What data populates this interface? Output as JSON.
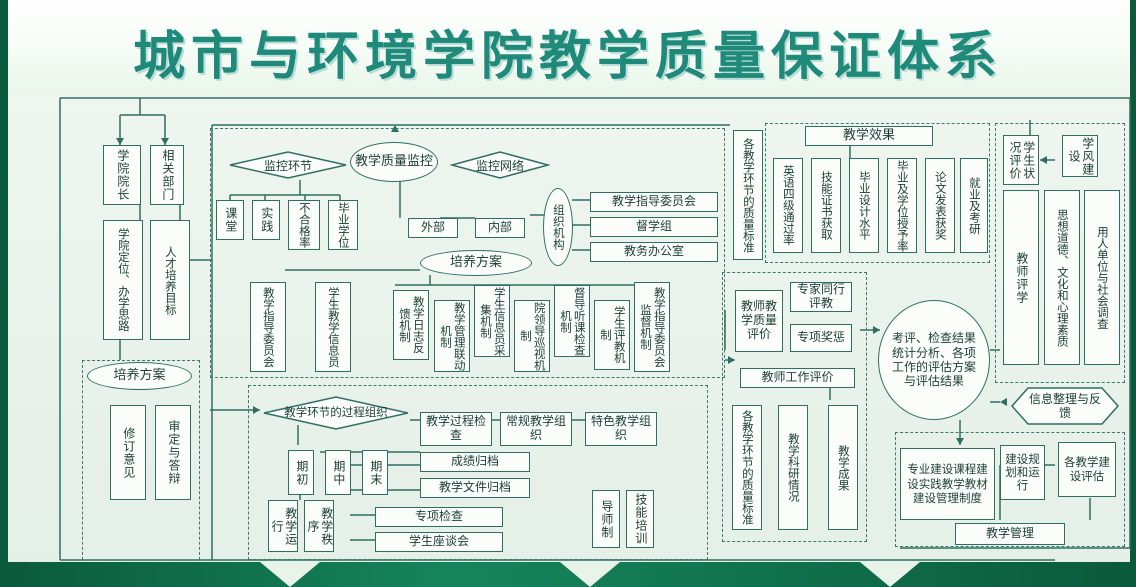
{
  "title": "城市与环境学院教学质量保证体系",
  "left_column": {
    "dean": "学院院长",
    "departments": "相关部门",
    "positioning": "学院定位、办学思路",
    "talent_goal": "人才培养目标",
    "plan_label": "培养方案",
    "revision": "修订意见",
    "review": "审定与答辩"
  },
  "monitoring": {
    "center": "教学质量监控",
    "left_diamond": "监控环节",
    "right_diamond": "监控网络",
    "items": [
      "课堂",
      "实践",
      "不合格率",
      "毕业学位"
    ],
    "external": "外部",
    "internal": "内部",
    "org": "组织机构",
    "org_items": [
      "教学指导委员会",
      "督学组",
      "教务办公室"
    ],
    "plan_ellipse": "培养方案",
    "lower_left": [
      "教学指导委员会",
      "学生教学信息员"
    ],
    "mechanisms": [
      "教学日志反馈机制",
      "教学管理联动机制",
      "学生信息员采集机制",
      "院领导巡视机制",
      "督导听课检查机制",
      "学生评教机制",
      "教学指导委员会监督机制"
    ]
  },
  "process": {
    "diamond": "教学环节的过程组织",
    "top_boxes": [
      "教学过程检查",
      "常规教学组织",
      "特色教学组织"
    ],
    "periods": [
      "期初",
      "期中",
      "期末"
    ],
    "archive": [
      "成绩归档",
      "教学文件归档"
    ],
    "run": [
      "教学运行",
      "教学秩序"
    ],
    "checks": [
      "专项检查",
      "学生座谈会"
    ],
    "special": [
      "导师制",
      "技能培训"
    ]
  },
  "standards": "各教学环节的质量标准",
  "effects": {
    "header": "教学效果",
    "items": [
      "英语四级通过率",
      "技能证书获取",
      "毕业设计水平",
      "毕业及学位授予率",
      "论文发表获奖",
      "就业及考研"
    ]
  },
  "right_column": {
    "student": "学生状况评价",
    "style": "学风建设",
    "teacher_eval": "教师评学",
    "ideology": "思想道德、文化和心理素质",
    "employer": "用人单位与社会调查"
  },
  "teacher": {
    "quality": "教师教学质量评价",
    "peer": "专家同行评教",
    "award": "专项奖惩",
    "work": "教师工作评价",
    "items": [
      "各教学环节的质量标准",
      "教学科研情况",
      "教学成果"
    ]
  },
  "summary": "考评、检查结果统计分析、各项工作的评估方案与评估结果",
  "feedback": "信息整理与反馈",
  "management": {
    "build": "专业建设课程建设实践教学教材建设管理制度",
    "plan": "建设规划和运行",
    "assess": "各教学建设评估",
    "label": "教学管理"
  }
}
